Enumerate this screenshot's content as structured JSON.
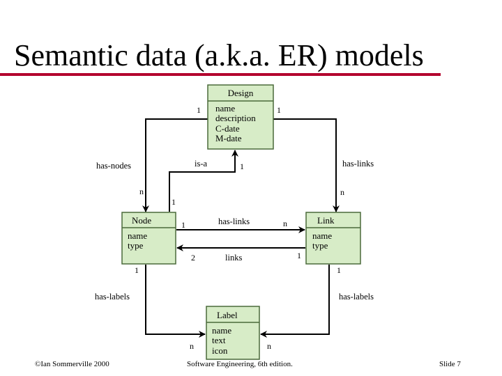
{
  "slide": {
    "title": "Semantic data (a.k.a. ER) models"
  },
  "diagram": {
    "entities": {
      "design": {
        "name": "Design",
        "attributes": [
          "name",
          "description",
          "C-date",
          "M-date"
        ]
      },
      "node": {
        "name": "Node",
        "attributes": [
          "name",
          "type"
        ]
      },
      "link": {
        "name": "Link",
        "attributes": [
          "name",
          "type"
        ]
      },
      "label": {
        "name": "Label",
        "attributes": [
          "name",
          "text",
          "icon"
        ]
      }
    },
    "relations": {
      "has_nodes": "has-nodes",
      "is_a": "is-a",
      "has_links_design": "has-links",
      "has_links_node": "has-links",
      "links": "links",
      "has_labels_node": "has-labels",
      "has_labels_link": "has-labels"
    },
    "multiplicities": {
      "design_left": "1",
      "design_right": "1",
      "is_a_design": "1",
      "has_nodes_node": "n",
      "is_a_node": "1",
      "has_links_link": "n",
      "node_has_links_1": "1",
      "node_has_links_n": "n",
      "links_node": "2",
      "links_link": "1",
      "node_labels_1": "1",
      "link_labels_1": "1",
      "label_left_n": "n",
      "label_right_n": "n"
    },
    "colors": {
      "entity_fill": "#d7ecc7",
      "entity_border": "#4a6a3a",
      "line": "#000000",
      "title_rule": "#b3002d"
    }
  },
  "footer": {
    "copyright": "©Ian Sommerville 2000",
    "book": "Software Engineering, 6th edition.",
    "slide": "Slide  7"
  }
}
